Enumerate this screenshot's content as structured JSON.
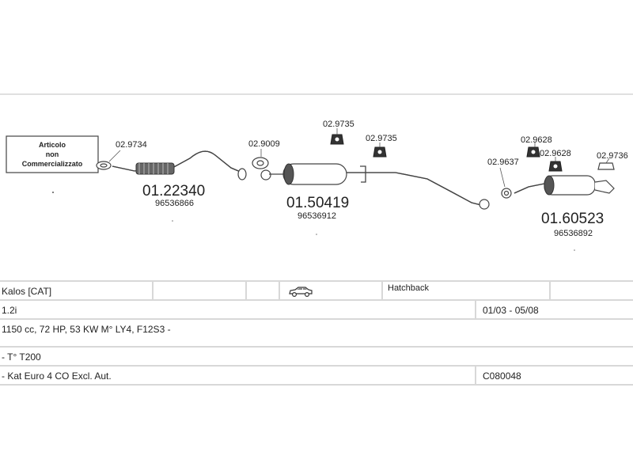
{
  "diagram": {
    "note_lines": [
      "Articolo",
      "non",
      "Commercializzato"
    ],
    "refs": {
      "r1": "02.9734",
      "r2": "02.9009",
      "r3": "02.9735",
      "r4": "02.9735",
      "r5": "02.9637",
      "r6": "02.9628",
      "r7": "02.9628",
      "r8": "02.9736"
    },
    "parts": [
      {
        "code": "01.22340",
        "oem": "96536866"
      },
      {
        "code": "01.50419",
        "oem": "96536912"
      },
      {
        "code": "01.60523",
        "oem": "96536892"
      }
    ]
  },
  "vehicle": {
    "model": "Kalos  [CAT]",
    "body_type": "Hatchback",
    "engine": "1.2i",
    "years": "01/03 - 05/08",
    "specs": "1150 cc, 72 HP, 53 KW M° LY4, F12S3 -",
    "type_line": "- T° T200",
    "kat_line": "- Kat Euro 4  CO Excl. Aut.",
    "catalog_code": "C080048"
  },
  "icons": {
    "car": "hatchback-car-icon"
  }
}
